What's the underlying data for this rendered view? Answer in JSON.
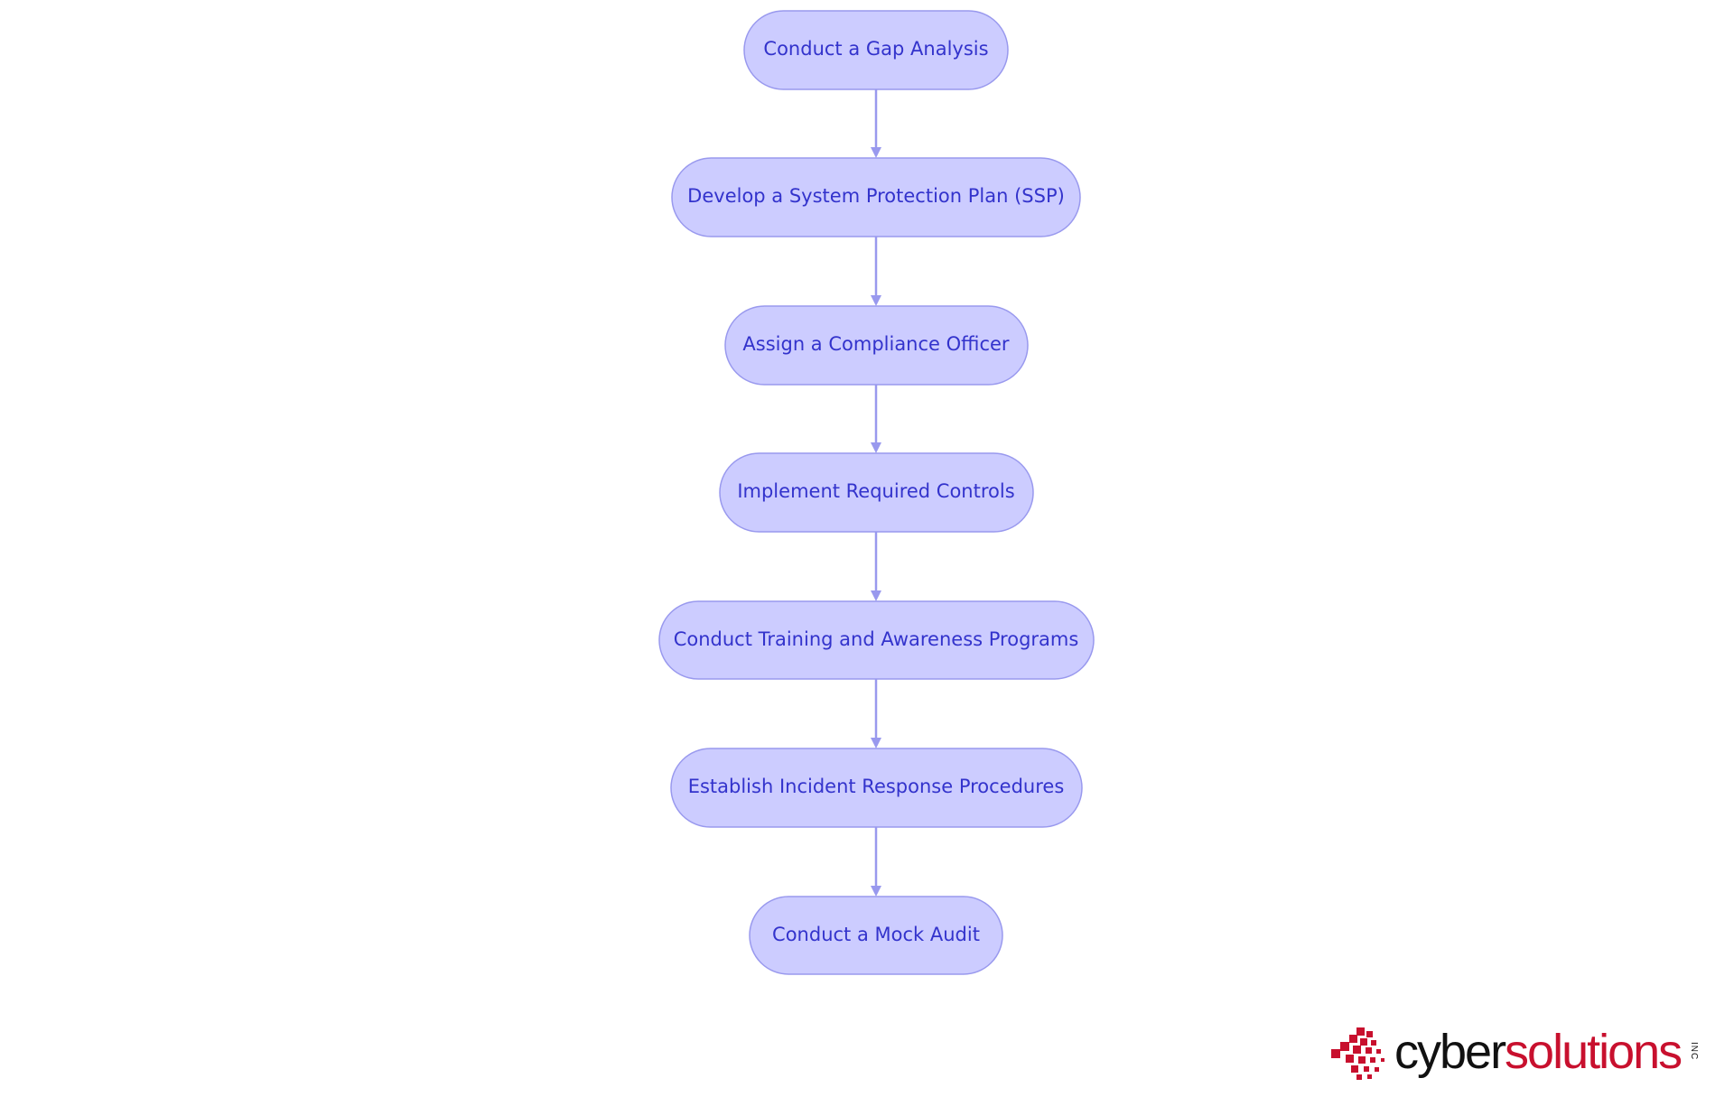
{
  "diagram": {
    "steps": [
      "Conduct a Gap Analysis",
      "Develop a System Protection Plan (SSP)",
      "Assign a Compliance Officer",
      "Implement Required Controls",
      "Conduct Training and Awareness Programs",
      "Establish Incident Response Procedures",
      "Conduct a Mock Audit"
    ],
    "colors": {
      "node_fill": "#ccccff",
      "node_stroke": "#9999ee",
      "text": "#3333cc",
      "arrow": "#9999ee"
    }
  },
  "logo": {
    "word_part1": "cyber",
    "word_part2": "solutions",
    "suffix": "INC",
    "colors": {
      "dark": "#111111",
      "red": "#c8102e"
    }
  }
}
